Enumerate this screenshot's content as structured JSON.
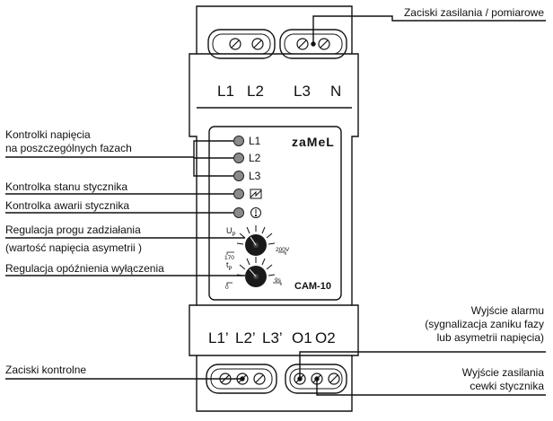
{
  "callouts": {
    "power_terminals": "Zaciski zasilania / pomiarowe",
    "phase_leds_line1": "Kontrolki napięcia",
    "phase_leds_line2": "na poszczególnych fazach",
    "contactor_state": "Kontrolka stanu stycznika",
    "contactor_fault": "Kontrolka awarii stycznika",
    "threshold_line1": "Regulacja progu zadziałania",
    "threshold_line2": "(wartość napięcia asymetrii )",
    "delay": "Regulacja opóźnienia wyłączenia",
    "alarm_line1": "Wyjście alarmu",
    "alarm_line2": "(sygnalizacja zaniku fazy",
    "alarm_line3": "lub asymetrii napięcia)",
    "control_terminals": "Zaciski kontrolne",
    "coil_line1": "Wyjście zasilania",
    "coil_line2": "cewki  stycznika"
  },
  "device": {
    "brand": "zaMeL",
    "model": "CAM-10",
    "top_terminals": [
      "L1",
      "L2",
      "L3",
      "N"
    ],
    "bottom_terminals": [
      "L1’",
      "L2’",
      "L3’",
      "O1",
      "O2"
    ],
    "leds": [
      "L1",
      "L2",
      "L3"
    ],
    "knob_up": {
      "symbol": "U",
      "sub": "P",
      "min": "170",
      "max": "200V"
    },
    "knob_tp": {
      "symbol": "t",
      "sub": "P",
      "min": "0",
      "max": "9s"
    }
  }
}
